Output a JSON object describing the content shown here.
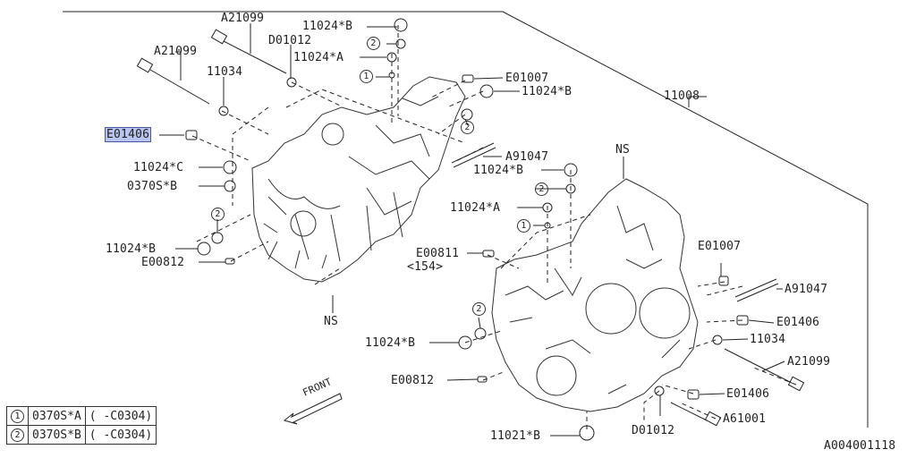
{
  "labels": {
    "a21099_top": "A21099",
    "d01012_top": "D01012",
    "n11024b_top": "11024*B",
    "c2_top": "2",
    "n11024a_top": "11024*A",
    "c1_top": "1",
    "a21099_left": "A21099",
    "n11034_left": "11034",
    "e01007_top": "E01007",
    "n11024b_mid": "11024*B",
    "n11008": "11008",
    "e01406_left": "E01406",
    "c2_mid": "2",
    "a91047_mid": "A91047",
    "n11024b_right": "11024*B",
    "n11024c": "11024*C",
    "n0370sb": "0370S*B",
    "ns_top": "NS",
    "c2_right": "2",
    "n11024a_right": "11024*A",
    "c2_left": "2",
    "c1_right": "1",
    "n11024b_left": "11024*B",
    "e00812_left": "E00812",
    "e00811": "E00811",
    "n154": "<154>",
    "e01007_right": "E01007",
    "a91047_right": "A91047",
    "ns_bottom": "NS",
    "c2_lower": "2",
    "e01406_right": "E01406",
    "n11024b_lower": "11024*B",
    "n11034_right": "11034",
    "a21099_right": "A21099",
    "e00812_lower": "E00812",
    "e01406_lower": "E01406",
    "d01012_lower": "D01012",
    "a61001": "A61001",
    "n11021b": "11021*B",
    "front": "FRONT",
    "diagram_code": "A004001118"
  },
  "legend": [
    {
      "num": "1",
      "part": "0370S*A",
      "range": "( -C0304)"
    },
    {
      "num": "2",
      "part": "0370S*B",
      "range": "( -C0304)"
    }
  ],
  "highlight_color": "#b9c4ef"
}
